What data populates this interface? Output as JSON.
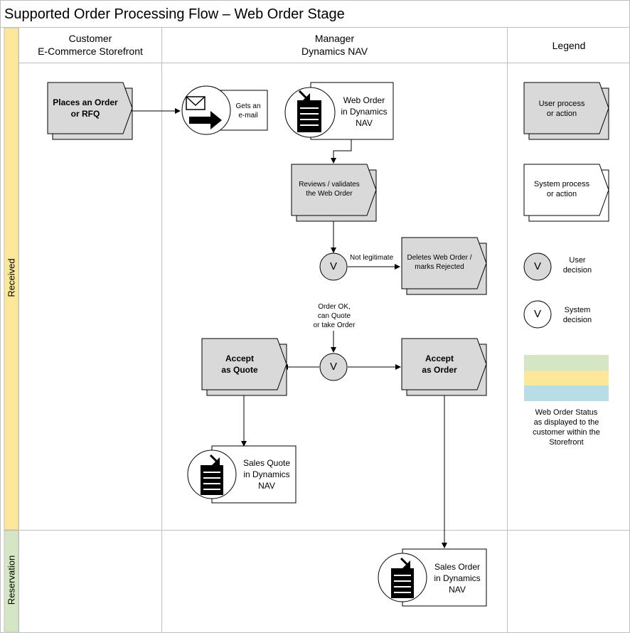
{
  "title": "Supported Order Processing Flow – Web Order Stage",
  "columns": {
    "customer": {
      "line1": "Customer",
      "line2": "E-Commerce Storefront"
    },
    "manager": {
      "line1": "Manager",
      "line2": "Dynamics NAV"
    },
    "legend": {
      "line1": "Legend"
    }
  },
  "lanes": {
    "received": "Received",
    "reservation": "Reservation"
  },
  "nodes": {
    "places_order": {
      "line1": "Places an Order",
      "line2": "or RFQ"
    },
    "gets_email": {
      "line1": "Gets an",
      "line2": "e-mail"
    },
    "web_order": {
      "line1": "Web Order",
      "line2": "in Dynamics",
      "line3": "NAV"
    },
    "reviews": {
      "line1": "Reviews / validates",
      "line2": "the Web Order"
    },
    "decision1": "V",
    "not_legit": "Not legitimate",
    "deletes": {
      "line1": "Deletes Web Order /",
      "line2": "marks Rejected"
    },
    "order_ok": {
      "line1": "Order OK,",
      "line2": "can Quote",
      "line3": "or take Order"
    },
    "decision2": "V",
    "accept_quote": {
      "line1": "Accept",
      "line2": "as Quote"
    },
    "accept_order": {
      "line1": "Accept",
      "line2": "as Order"
    },
    "sales_quote": {
      "line1": "Sales Quote",
      "line2": "in Dynamics",
      "line3": "NAV"
    },
    "sales_order": {
      "line1": "Sales Order",
      "line2": "in Dynamics",
      "line3": "NAV"
    }
  },
  "legend": {
    "user_process": {
      "line1": "User process",
      "line2": "or action"
    },
    "system_process": {
      "line1": "System process",
      "line2": "or action"
    },
    "user_decision": {
      "symbol": "V",
      "line1": "User",
      "line2": "decision"
    },
    "system_decision": {
      "symbol": "V",
      "line1": "System",
      "line2": "decision"
    },
    "status": {
      "line1": "Web Order Status",
      "line2": "as displayed to the",
      "line3": "customer within the",
      "line4": "Storefront"
    }
  },
  "colors": {
    "received_lane": "#fde89a",
    "reservation_lane": "#d5e6c4",
    "status_green": "#d5e6c4",
    "status_yellow": "#fde89a",
    "status_blue": "#b8dde6",
    "user_fill": "#d9d9d9",
    "system_fill": "#ffffff",
    "border": "#bfbfbf"
  }
}
